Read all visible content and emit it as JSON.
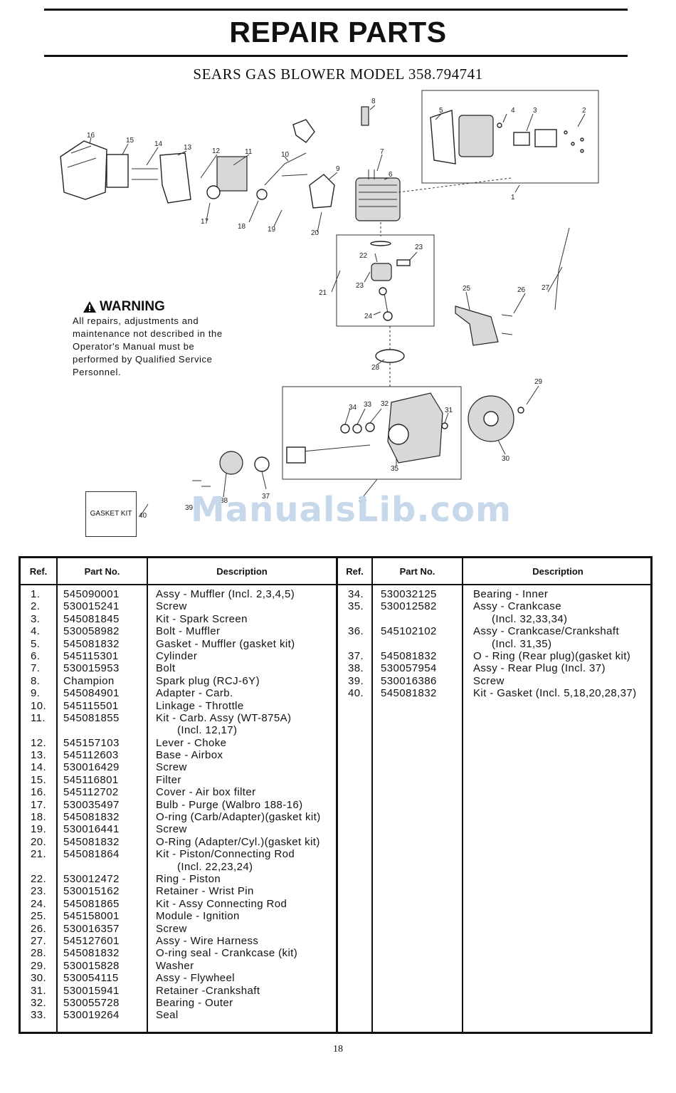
{
  "header": {
    "title": "REPAIR PARTS",
    "subtitle": "SEARS GAS BLOWER MODEL 358.794741"
  },
  "diagram": {
    "callouts": [
      "1",
      "2",
      "3",
      "4",
      "5",
      "6",
      "7",
      "8",
      "9",
      "10",
      "11",
      "12",
      "13",
      "14",
      "15",
      "16",
      "17",
      "18",
      "19",
      "20",
      "21",
      "22",
      "23",
      "23",
      "24",
      "25",
      "26",
      "27",
      "28",
      "29",
      "30",
      "31",
      "32",
      "33",
      "34",
      "35",
      "36",
      "37",
      "38",
      "39",
      "40"
    ],
    "gasket_kit_box": "GASKET KIT",
    "warning": {
      "title": "WARNING",
      "text": "All repairs, adjustments and maintenance not described in the Operator's Manual must be performed by Qualified Service Personnel."
    },
    "watermark": "ManualsLib.com"
  },
  "table": {
    "headers": {
      "ref": "Ref.",
      "part_no": "Part No.",
      "description": "Description"
    },
    "left_rows": [
      {
        "ref": "1.",
        "part": "545090001",
        "desc": "Assy - Muffler (Incl. 2,3,4,5)"
      },
      {
        "ref": "2.",
        "part": "530015241",
        "desc": "Screw"
      },
      {
        "ref": "3.",
        "part": "545081845",
        "desc": "Kit - Spark Screen"
      },
      {
        "ref": "4.",
        "part": "530058982",
        "desc": "Bolt - Muffler"
      },
      {
        "ref": "5.",
        "part": "545081832",
        "desc": "Gasket - Muffler (gasket kit)"
      },
      {
        "ref": "6.",
        "part": "545115301",
        "desc": "Cylinder"
      },
      {
        "ref": "7.",
        "part": "530015953",
        "desc": "Bolt"
      },
      {
        "ref": "8.",
        "part": "Champion",
        "desc": "Spark plug (RCJ-6Y)"
      },
      {
        "ref": "9.",
        "part": "545084901",
        "desc": "Adapter - Carb."
      },
      {
        "ref": "10.",
        "part": "545115501",
        "desc": "Linkage - Throttle"
      },
      {
        "ref": "11.",
        "part": "545081855",
        "desc": "Kit - Carb. Assy (WT-875A)"
      },
      {
        "ref": "",
        "part": "",
        "desc": "(Incl. 12,17)",
        "indent": true
      },
      {
        "ref": "12.",
        "part": "545157103",
        "desc": "Lever - Choke"
      },
      {
        "ref": "13.",
        "part": "545112603",
        "desc": "Base - Airbox"
      },
      {
        "ref": "14.",
        "part": "530016429",
        "desc": "Screw"
      },
      {
        "ref": "15.",
        "part": "545116801",
        "desc": "Filter"
      },
      {
        "ref": "16.",
        "part": "545112702",
        "desc": "Cover - Air box filter"
      },
      {
        "ref": "17.",
        "part": "530035497",
        "desc": "Bulb - Purge (Walbro 188-16)"
      },
      {
        "ref": "18.",
        "part": "545081832",
        "desc": "O-ring (Carb/Adapter)(gasket kit)"
      },
      {
        "ref": "19.",
        "part": "530016441",
        "desc": "Screw"
      },
      {
        "ref": "20.",
        "part": "545081832",
        "desc": "O-Ring (Adapter/Cyl.)(gasket kit)"
      },
      {
        "ref": "21.",
        "part": "545081864",
        "desc": "Kit - Piston/Connecting Rod"
      },
      {
        "ref": "",
        "part": "",
        "desc": "(Incl. 22,23,24)",
        "indent": true
      },
      {
        "ref": "22.",
        "part": "530012472",
        "desc": "Ring - Piston"
      },
      {
        "ref": "23.",
        "part": "530015162",
        "desc": "Retainer - Wrist Pin"
      },
      {
        "ref": "24.",
        "part": "545081865",
        "desc": "Kit - Assy Connecting Rod"
      },
      {
        "ref": "25.",
        "part": "545158001",
        "desc": "Module - Ignition"
      },
      {
        "ref": "26.",
        "part": "530016357",
        "desc": "Screw"
      },
      {
        "ref": "27.",
        "part": "545127601",
        "desc": "Assy - Wire Harness"
      },
      {
        "ref": "28.",
        "part": "545081832",
        "desc": "O-ring seal - Crankcase (kit)"
      },
      {
        "ref": "29.",
        "part": "530015828",
        "desc": "Washer"
      },
      {
        "ref": "30.",
        "part": "530054115",
        "desc": "Assy - Flywheel"
      },
      {
        "ref": "31.",
        "part": "530015941",
        "desc": "Retainer -Crankshaft"
      },
      {
        "ref": "32.",
        "part": "530055728",
        "desc": "Bearing - Outer"
      },
      {
        "ref": "33.",
        "part": "530019264",
        "desc": "Seal"
      }
    ],
    "right_rows": [
      {
        "ref": "34.",
        "part": "530032125",
        "desc": "Bearing - Inner"
      },
      {
        "ref": "35.",
        "part": "530012582",
        "desc": "Assy - Crankcase"
      },
      {
        "ref": "",
        "part": "",
        "desc": "(Incl. 32,33,34)",
        "indent": true
      },
      {
        "ref": "36.",
        "part": "545102102",
        "desc": "Assy - Crankcase/Crankshaft"
      },
      {
        "ref": "",
        "part": "",
        "desc": "(Incl. 31,35)",
        "indent": true
      },
      {
        "ref": "37.",
        "part": "545081832",
        "desc": "O - Ring (Rear plug)(gasket kit)"
      },
      {
        "ref": "38.",
        "part": "530057954",
        "desc": "Assy - Rear Plug (Incl. 37)"
      },
      {
        "ref": "39.",
        "part": "530016386",
        "desc": "Screw"
      },
      {
        "ref": "40.",
        "part": "545081832",
        "desc": "Kit - Gasket (Incl. 5,18,20,28,37)"
      }
    ]
  },
  "footer": {
    "page_number": "18"
  }
}
